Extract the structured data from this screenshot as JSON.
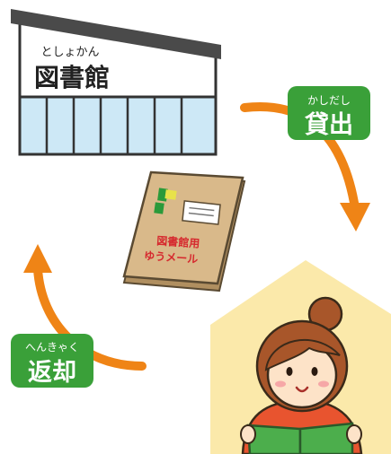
{
  "library": {
    "ruby": "としょかん",
    "label": "図書館"
  },
  "lend": {
    "ruby": "かしだし",
    "label": "貸出"
  },
  "return": {
    "ruby": "へんきゃく",
    "label": "返却"
  },
  "package": {
    "line1": "図書館用",
    "line2": "ゆうメール"
  },
  "colors": {
    "arrow": "#ef8416",
    "badge": "#3aa039",
    "house": "#fbe9aa",
    "building_window": "#cde8f6",
    "package": "#d9b98a",
    "package_text": "#d6292e"
  }
}
